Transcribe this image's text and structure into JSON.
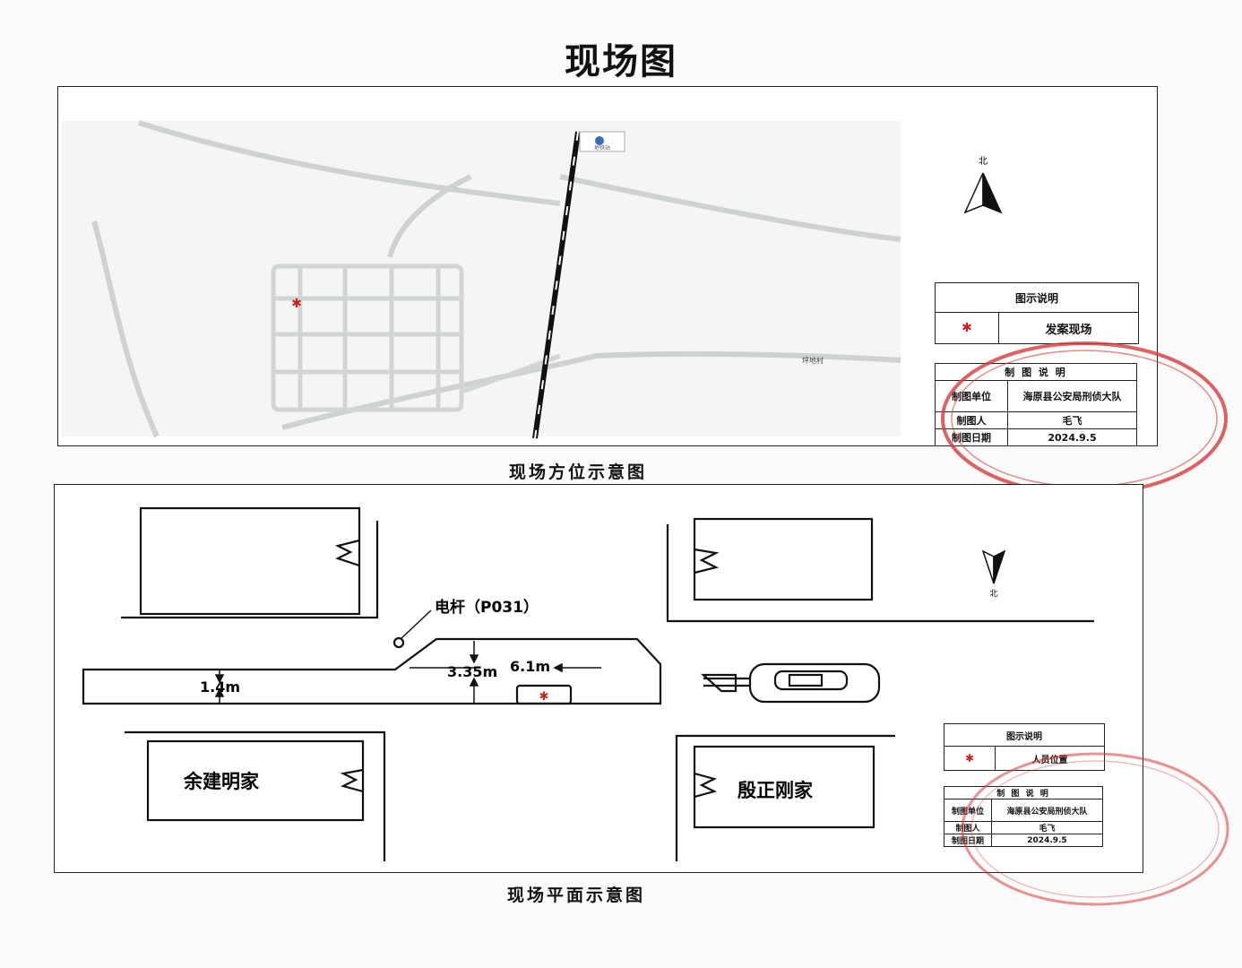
{
  "page_title": "现场图",
  "top_panel": {
    "caption": "现场方位示意图",
    "north_label": "北",
    "map_label_station": "地铁站",
    "map_label_village": "坪地村",
    "legend": {
      "header": "图示说明",
      "marker_symbol": "✱",
      "item_label": "发案现场"
    },
    "info": {
      "header": "制 图 说 明",
      "unit_label": "制图单位",
      "unit_value": "海原县公安局刑侦大队",
      "maker_label": "制图人",
      "maker_value": "毛飞",
      "date_label": "制图日期",
      "date_value": "2024.9.5"
    }
  },
  "bottom_panel": {
    "caption": "现场平面示意图",
    "north_label": "北",
    "pole_label": "电杆（P031）",
    "dim_width": "1.4m",
    "dim_offset": "3.35m",
    "dim_distance": "6.1m",
    "house_left": "余建明家",
    "house_right": "殷正刚家",
    "marker_symbol": "✱",
    "legend": {
      "header": "图示说明",
      "marker_symbol": "✱",
      "item_label": "人员位置"
    },
    "info": {
      "header": "制 图 说 明",
      "unit_label": "制图单位",
      "unit_value": "海原县公安局刑侦大队",
      "maker_label": "制图人",
      "maker_value": "毛飞",
      "date_label": "制图日期",
      "date_value": "2024.9.5"
    }
  },
  "colors": {
    "marker": "#cc1f1f",
    "stamp": "#d83a3a"
  }
}
